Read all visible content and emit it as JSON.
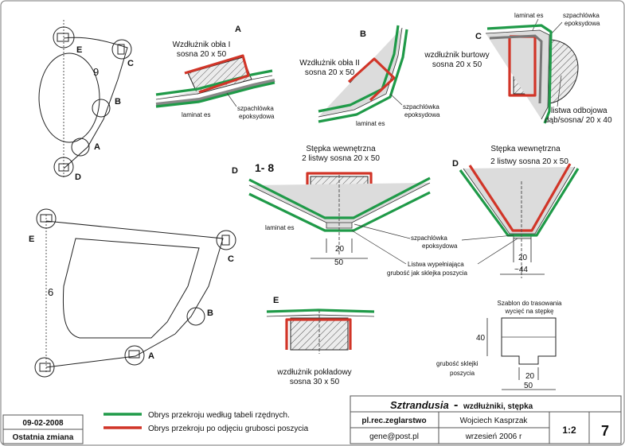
{
  "labels": {
    "A": "A",
    "B": "B",
    "C": "C",
    "D": "D",
    "E": "E",
    "num9": "9",
    "num6": "6",
    "num18": "1- 8"
  },
  "sectionA": {
    "title1": "Wzdłużnik obła I",
    "title2": "sosna 20 x 50",
    "laminat": "laminat es",
    "szp1": "szpachlówka",
    "szp2": "epoksydowa"
  },
  "sectionB": {
    "title1": "Wzdłużnik obła II",
    "title2": "sosna 20 x 50",
    "laminat": "laminat es",
    "szp1": "szpachlówka",
    "szp2": "epoksydowa"
  },
  "sectionC": {
    "laminat": "laminat es",
    "szp1": "szpachlówka",
    "szp2": "epoksydowa",
    "title1": "wzdłużnik burtowy",
    "title2": "sosna 20 x 50",
    "listwa1": "listwa odbojowa",
    "listwa2": "dąb/sosna/ 20 x 40"
  },
  "keel18": {
    "title1": "Stępka wewnętrzna",
    "title2": "2 listwy sosna  20 x 50",
    "laminat": "laminat es",
    "dim20": "20",
    "dim50": "50"
  },
  "keel9": {
    "title1": "Stępka wewnętrzna",
    "title2": "2 listwy sosna  20 x 50",
    "dim20": "20",
    "dim44": "~44"
  },
  "keelNotes": {
    "szp1": "szpachlówka",
    "szp2": "epoksydowa",
    "listwa1": "Listwa wypełniająca",
    "listwa2": "grubość jak sklejka poszycia"
  },
  "sectionE": {
    "title1": "wzdłużnik pokładowy",
    "title2": "sosna 30 x 50"
  },
  "template": {
    "title1": "Szablon do trasowania",
    "title2": "wycięć na stępkę",
    "dim40": "40",
    "dim20": "20",
    "dim50": "50",
    "note1": "grubość sklejki",
    "note2": "poszycia"
  },
  "legend": {
    "green": "Obrys przekroju według tabeli rzędnych.",
    "red": "Obrys przekroju po odjęciu grubosci poszycia",
    "green_color": "#1f9a48",
    "red_color": "#d13528"
  },
  "stamp": {
    "date": "09-02-2008",
    "last_change": "Ostatnia zmiana"
  },
  "titleblock": {
    "project": "Sztrandusia",
    "dash": "-",
    "subtitle": "wzdłużniki, stępka",
    "org": "pl.rec.zeglarstwo",
    "author": "Wojciech Kasprzak",
    "email": "gene@post.pl",
    "date": "wrzesień 2006 r",
    "scale": "1:2",
    "sheet": "7"
  }
}
